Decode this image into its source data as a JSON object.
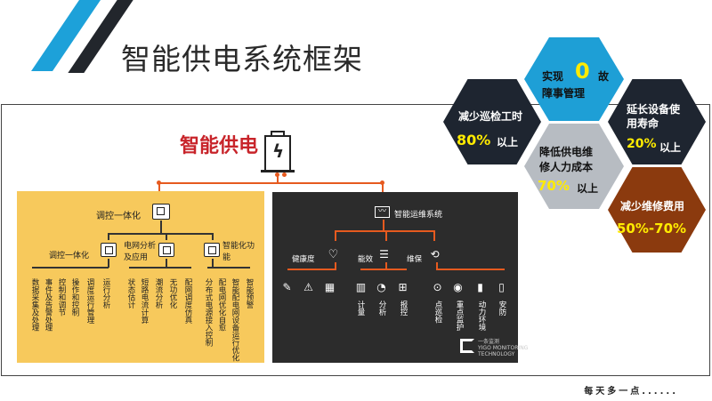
{
  "title": "智能供电系统框架",
  "center": {
    "title": "智能供电"
  },
  "yellow": {
    "top_label": "调控一体化",
    "sub_left": "调控一体化",
    "sub_mid": "电网分析\n及应用",
    "sub_right": "智能化功\n能",
    "cols": [
      "数据采集及处理",
      "事件及告警处理",
      "控制和调节",
      "操作和控制",
      "调度运行管理",
      "运行分析",
      "状态估计",
      "短路电流计算",
      "潮流分析",
      "无功优化",
      "配网调度仿真",
      "分布式电源接入控制",
      "配电网优化自愈",
      "智能配电网设备运行优化",
      "智能预警"
    ]
  },
  "dark": {
    "top_label": "智能运维系统",
    "health": "健康度",
    "efficiency": "能效",
    "maintenance": "维保",
    "cols": [
      "计量",
      "分析",
      "报控",
      "点巡检",
      "重点监护",
      "动力环境",
      "安防"
    ],
    "logo": "一条监测\nYIGO MONITORING\nTECHNOLOGY"
  },
  "hex": {
    "zero_top": "实现",
    "zero_num": "0",
    "zero_mid": "故",
    "zero_bottom": "障事管理",
    "inspect_title": "减少巡检工时",
    "inspect_value": "80%",
    "inspect_suffix": "以上",
    "life_title": "延长设备使\n用寿命",
    "life_value": "20%",
    "life_suffix": "以上",
    "labor_title": "降低供电维\n修人力成本",
    "labor_value": "70%",
    "labor_suffix": "以上",
    "cost_title": "减少维修费用",
    "cost_value": "50%-70%"
  },
  "colors": {
    "accent_blue": "#1da1d9",
    "orange_line": "#e65a1f",
    "yellow_panel": "#f7c95c",
    "dark_panel": "#2c2c2c",
    "hex_dark": "#1e2530",
    "hex_blue": "#1e9fd6",
    "hex_grey": "#b7bcc2",
    "hex_brown": "#8b3a0e"
  },
  "footer": "每天多一点......"
}
